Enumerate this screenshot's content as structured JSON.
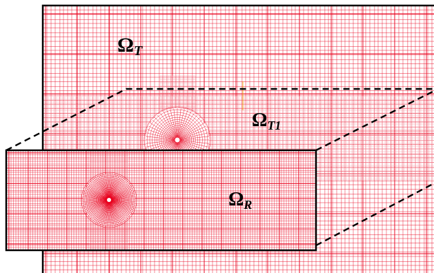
{
  "colors": {
    "mesh": "#e8001c",
    "mesh_light": "#f39aa4",
    "frame": "#000000",
    "background": "#ffffff",
    "highlight_line": "#f0b400"
  },
  "regions": {
    "outer_domain": {
      "symbol": "Ω",
      "subscript": "T"
    },
    "refined_domain": {
      "symbol": "Ω",
      "subscript": "T1"
    },
    "zoomed_domain": {
      "symbol": "Ω",
      "subscript": "R"
    }
  }
}
